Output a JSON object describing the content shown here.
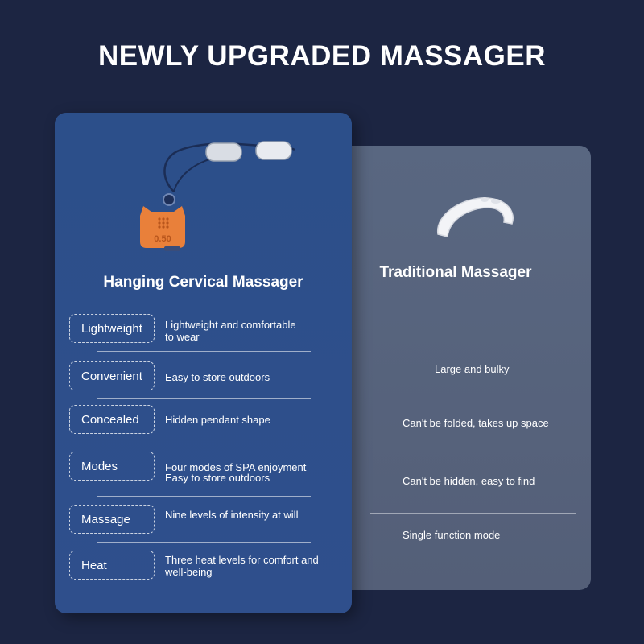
{
  "headline": "NEWLY UPGRADED MASSAGER",
  "left_panel": {
    "title": "Hanging Cervical Massager",
    "features": [
      {
        "tag": "Lightweight",
        "desc": [
          "Lightweight and comfortable",
          "to wear"
        ]
      },
      {
        "tag": "Convenient",
        "desc": [
          "Easy to store outdoors"
        ]
      },
      {
        "tag": "Concealed",
        "desc": [
          "Hidden pendant shape"
        ]
      },
      {
        "tag": "Modes",
        "desc": [
          "Four modes of SPA enjoyment",
          "Easy to store outdoors"
        ]
      },
      {
        "tag": "Massage",
        "desc": [
          "Nine levels of intensity at will"
        ]
      },
      {
        "tag": "Heat",
        "desc": [
          "Three heat levels for comfort and",
          "well-being"
        ]
      }
    ],
    "device_display": "0.50"
  },
  "right_panel": {
    "title": "Traditional Massager",
    "items": [
      "Large and bulky",
      "Can't be folded, takes up space",
      "Can't be hidden, easy to find",
      "Single function mode"
    ]
  },
  "colors": {
    "background": "#1c2542",
    "front_panel": "#2e4f8b",
    "back_panel": "#576380",
    "device_orange": "#e9803a"
  }
}
